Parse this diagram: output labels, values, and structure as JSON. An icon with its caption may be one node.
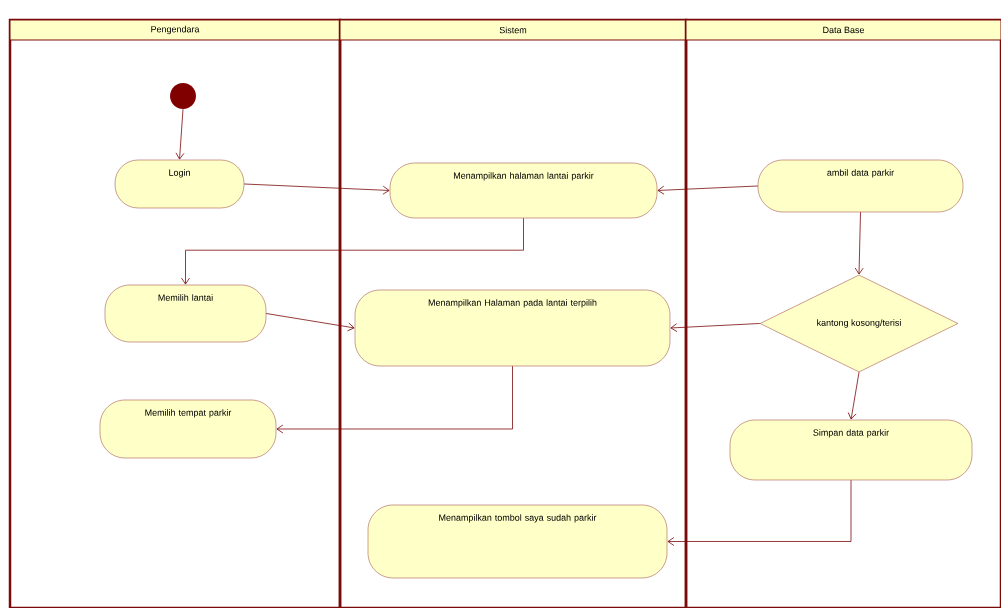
{
  "diagram": {
    "nodes": [
      {
        "text": [
          "Pengendara"
        ]
      },
      {
        "text": [
          "Sistem"
        ]
      },
      {
        "text": [
          "Data Base"
        ]
      },
      {
        "text": [],
        "shape": "circle",
        "in": 0
      },
      {
        "text": [
          "Login"
        ],
        "in": 0
      },
      {
        "text": [
          "Menampilkan halaman lantai parkir"
        ],
        "in": 1
      },
      {
        "text": [
          "ambil data parkir"
        ],
        "in": 2
      },
      {
        "text": [
          "Memilih lantai"
        ],
        "in": 0
      },
      {
        "text": [
          "Menampilkan Halaman pada lantai terpilih"
        ],
        "in": 1
      },
      {
        "text": [
          "kantong kosong/terisi"
        ],
        "in": 2
      },
      {
        "text": [
          "Memilih tempat parkir"
        ],
        "in": 0
      },
      {
        "text": [
          "Simpan data parkir"
        ],
        "in": 2
      },
      {
        "text": [
          "Menampilkan tombol saya sudah parkir"
        ],
        "in": 1
      }
    ],
    "edges": [
      {
        "from": 3,
        "to": 4,
        "arrow": "to"
      },
      {
        "from": 4,
        "to": 5,
        "arrow": "to"
      },
      {
        "from": 6,
        "to": 5,
        "arrow": "to"
      },
      {
        "from": 5,
        "to": 7,
        "arrow": "to"
      },
      {
        "from": 7,
        "to": 8,
        "arrow": "to"
      },
      {
        "from": 6,
        "to": 9,
        "arrow": "to"
      },
      {
        "from": 9,
        "to": 8,
        "arrow": "to"
      },
      {
        "from": 8,
        "to": 10,
        "arrow": "to"
      },
      {
        "from": 9,
        "to": 11,
        "arrow": "to"
      },
      {
        "from": 11,
        "to": 12,
        "arrow": "to"
      }
    ]
  }
}
